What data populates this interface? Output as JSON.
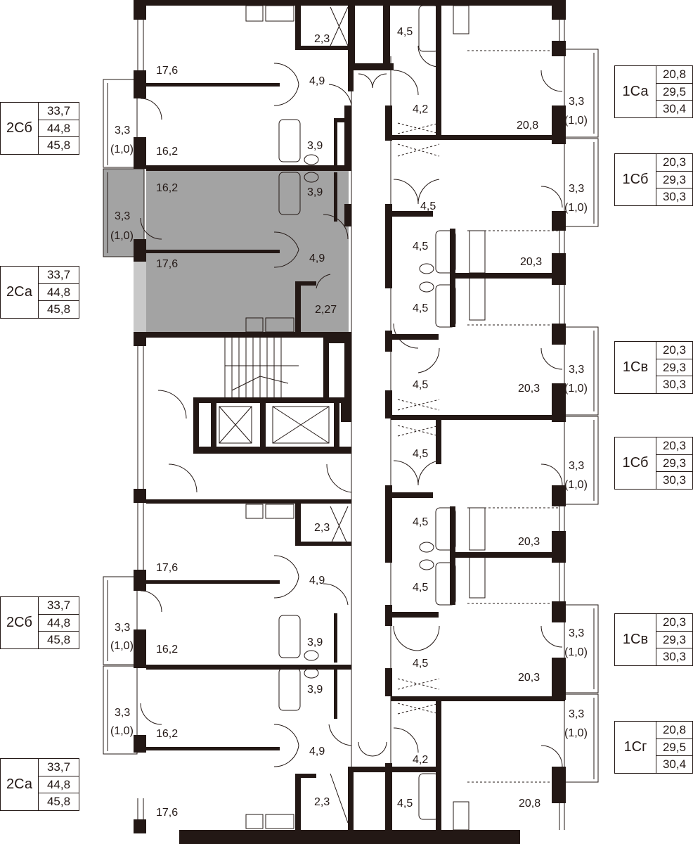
{
  "left_units": [
    {
      "code": "2Сб",
      "areas": [
        "33,7",
        "44,8",
        "45,8"
      ]
    },
    {
      "code": "2Са",
      "areas": [
        "33,7",
        "44,8",
        "45,8"
      ]
    },
    {
      "code": "2Сб",
      "areas": [
        "33,7",
        "44,8",
        "45,8"
      ]
    },
    {
      "code": "2Са",
      "areas": [
        "33,7",
        "44,8",
        "45,8"
      ]
    }
  ],
  "right_units": [
    {
      "code": "1Са",
      "areas": [
        "20,8",
        "29,5",
        "30,4"
      ]
    },
    {
      "code": "1Сб",
      "areas": [
        "20,3",
        "29,3",
        "30,3"
      ]
    },
    {
      "code": "1Св",
      "areas": [
        "20,3",
        "29,3",
        "30,3"
      ]
    },
    {
      "code": "1Сб",
      "areas": [
        "20,3",
        "29,3",
        "30,3"
      ]
    },
    {
      "code": "1Св",
      "areas": [
        "20,3",
        "29,3",
        "30,3"
      ]
    },
    {
      "code": "1Сг",
      "areas": [
        "20,8",
        "29,5",
        "30,4"
      ]
    }
  ],
  "room_labels": {
    "l1_living": "17,6",
    "l1_wc": "2,3",
    "l1_hall": "4,9",
    "l1_balcony": "3,3",
    "l1_balcony_sub": "(1,0)",
    "l1_room2": "16,2",
    "l1_bath": "3,9",
    "hl_room": "16,2",
    "hl_bath": "3,9",
    "hl_balcony": "3,3",
    "hl_balcony_sub": "(1,0)",
    "hl_hall": "4,9",
    "hl_living": "17,6",
    "hl_wc": "2,27",
    "l3_wc": "2,3",
    "l3_living": "17,6",
    "l3_hall": "4,9",
    "l3_balcony": "3,3",
    "l3_balcony_sub": "(1,0)",
    "l3_room": "16,2",
    "l3_bath": "3,9",
    "l4_bath": "3,9",
    "l4_balcony": "3,3",
    "l4_balcony_sub": "(1,0)",
    "l4_room": "16,2",
    "l4_hall": "4,9",
    "l4_wc": "2,3",
    "l4_living": "17,6",
    "r1_bath": "4,5",
    "r1_hall": "4,2",
    "r1_main": "20,8",
    "r1_balcony": "3,3",
    "r1_balcony_sub": "(1,0)",
    "r2_hall": "4,5",
    "r2_balcony": "3,3",
    "r2_balcony_sub": "(1,0)",
    "r2_bath": "4,5",
    "r2_main": "20,3",
    "r3_bath": "4,5",
    "r3_hall": "4,5",
    "r3_main": "20,3",
    "r3_balcony": "3,3",
    "r3_balcony_sub": "(1,0)",
    "r4_hall": "4,5",
    "r4_balcony": "3,3",
    "r4_balcony_sub": "(1,0)",
    "r4_bath": "4,5",
    "r4_main": "20,3",
    "r5_bath": "4,5",
    "r5_balcony": "3,3",
    "r5_balcony_sub": "(1,0)",
    "r5_hall": "4,5",
    "r5_main": "20,3",
    "r6_balcony": "3,3",
    "r6_balcony_sub": "(1,0)",
    "r6_hall": "4,2",
    "r6_bath": "4,5",
    "r6_main": "20,8"
  },
  "colors": {
    "wall": "#231815",
    "highlight": "#a3a3a3",
    "line": "#231815"
  }
}
